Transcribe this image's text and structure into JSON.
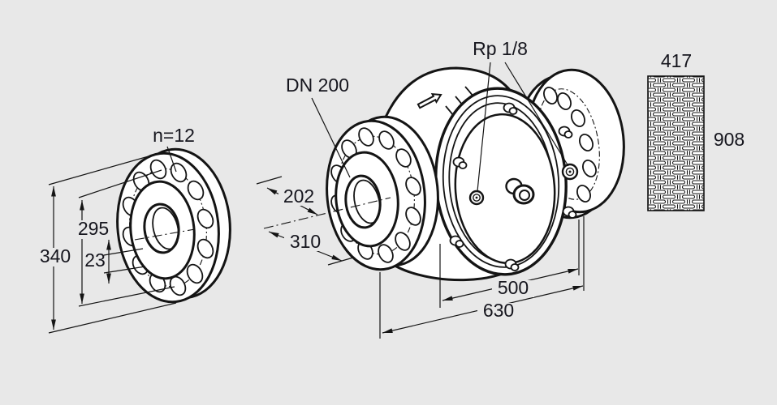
{
  "diagram": {
    "type": "technical-dimension-drawing",
    "background_color": "#e8e8e8",
    "line_color": "#141414",
    "text_color": "#16161e",
    "mating_flange": {
      "bolt_count_label": "n=12",
      "outer_diameter": "340",
      "bolt_circle_diameter": "295",
      "bolt_hole_diameter": "23"
    },
    "valve_body": {
      "nominal_diameter_label": "DN 200",
      "port_thread_label": "Rp 1/8",
      "bore_diameter": "202",
      "flange_face_diameter": "310",
      "body_length": "500",
      "overall_length": "630",
      "flow_direction_icon": "arrow-up-right"
    },
    "insert": {
      "width": "417",
      "height": "908",
      "fill": "basket-weave-hatch"
    }
  }
}
